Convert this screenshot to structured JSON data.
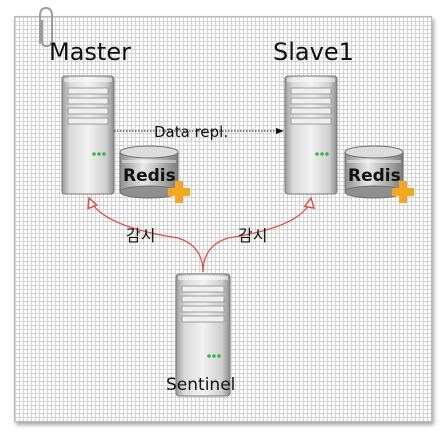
{
  "nodes": {
    "master": {
      "label": "Master",
      "db_label": "Redis"
    },
    "slave": {
      "label": "Slave1",
      "db_label": "Redis"
    },
    "sentinel": {
      "label": "Sentinel"
    }
  },
  "edges": {
    "replication": {
      "label": "Data repl."
    },
    "monitor_master": {
      "label": "감시"
    },
    "monitor_slave": {
      "label": "감시"
    }
  },
  "colors": {
    "monitor_line": "#d9534f",
    "server_body": "#d6d6d6",
    "plus_badge": "#f5a623",
    "led": "#39b54a"
  }
}
